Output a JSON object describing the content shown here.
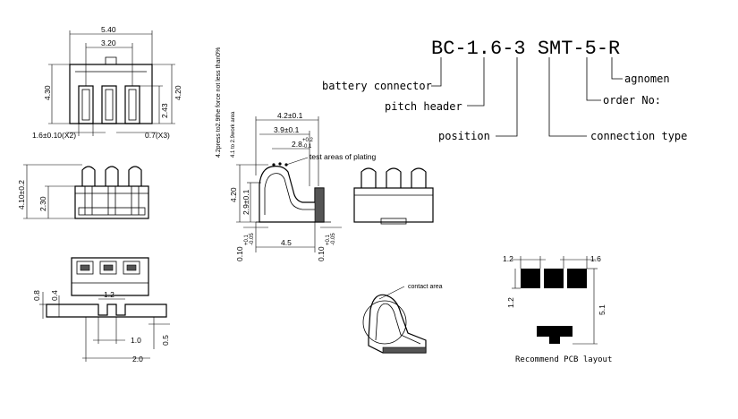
{
  "front_view": {
    "dim_width": "5.40",
    "dim_pitch_span": "3.20",
    "dim_height_left": "4.30",
    "dim_height_right": "4.20",
    "dim_inner": "2.43",
    "dim_pin_width": "1.6±0.10(X2)",
    "dim_pin_gap": "0.7(X3)"
  },
  "top_view": {
    "dim_overall": "4.10±0.2",
    "dim_inner": "2.30"
  },
  "bottom_view": {
    "dim_a": "0.8",
    "dim_b": "0.4",
    "dim_c": "1.2",
    "dim_d": "1.0",
    "dim_e": "0.5",
    "dim_f": "2.0"
  },
  "side_view": {
    "note_force": "4.2press to2.9the force not less than0%",
    "note_work": "4.1 to 2.9work area",
    "dim_top": "4.2±0.1",
    "dim_mid": "3.9±0.1",
    "dim_small": "2.8",
    "dim_small_tol_up": "+0.2",
    "dim_small_tol_dn": "-0.1",
    "test_label": "test areas of plating",
    "dim_height": "4.20",
    "dim_compressed": "2.9±0.1",
    "dim_base": "4.5",
    "dim_left_thk": "0.10",
    "dim_left_tol_up": "+0.1",
    "dim_left_tol_dn": "-0.05",
    "dim_right_thk": "0.10",
    "dim_right_tol_up": "+0.1",
    "dim_right_tol_dn": "-0.05"
  },
  "contact_view": {
    "label": "contact area"
  },
  "part_number": {
    "code": "BC-1.6-3 SMT-5-R",
    "labels": {
      "battery_connector": "battery connector",
      "pitch_header": "pitch header",
      "position": "position",
      "connection_type": "connection type",
      "order_no": "order No:",
      "agnomen": "agnomen"
    }
  },
  "pcb_layout": {
    "dim_pad": "1.2",
    "dim_pitch": "1.6",
    "dim_pad_h": "1.2",
    "dim_height": "5.1",
    "caption": "Recommend PCB layout"
  }
}
